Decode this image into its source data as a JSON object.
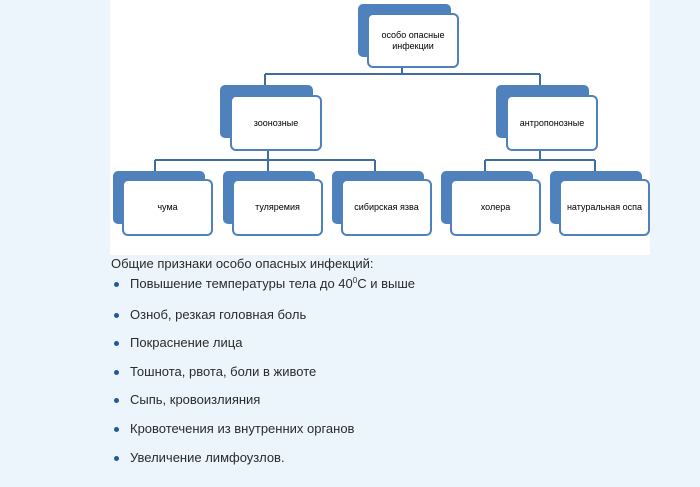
{
  "diagram": {
    "root": {
      "label": "особо опасные инфекции"
    },
    "groups": [
      {
        "label": "зоонозные",
        "children": [
          {
            "label": "чума"
          },
          {
            "label": "туляремия"
          },
          {
            "label": "сибирская язва"
          }
        ]
      },
      {
        "label": "антропонозные",
        "children": [
          {
            "label": "холера"
          },
          {
            "label": "натуральная оспа"
          }
        ]
      }
    ],
    "colors": {
      "accent": "#4f81bd",
      "connector": "#3e6d9f"
    }
  },
  "content": {
    "intro": "Общие признаки особо опасных инфекций:",
    "signs": [
      {
        "pre": "Повышение температуры тела до 40",
        "sup": "0",
        "post": "С и выше"
      },
      {
        "pre": "Озноб, резкая головная боль",
        "sup": "",
        "post": ""
      },
      {
        "pre": "Покраснение лица",
        "sup": "",
        "post": ""
      },
      {
        "pre": "Тошнота, рвота, боли в животе",
        "sup": "",
        "post": ""
      },
      {
        "pre": "Сыпь, кровоизлияния",
        "sup": "",
        "post": ""
      },
      {
        "pre": "Кровотечения из внутренних органов",
        "sup": "",
        "post": ""
      },
      {
        "pre": "Увеличение лимфоузлов.",
        "sup": "",
        "post": ""
      }
    ],
    "bullet_color": "#1e5a9c"
  }
}
